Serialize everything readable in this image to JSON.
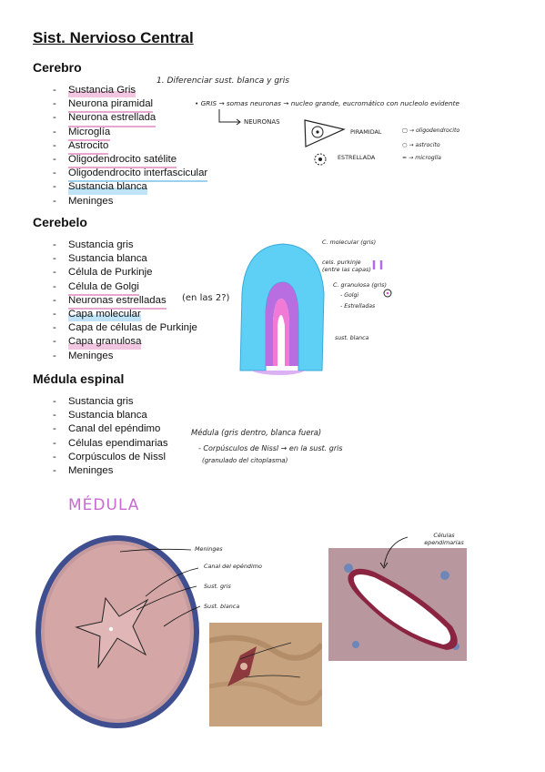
{
  "title": "Sist. Nervioso Central",
  "sections": {
    "cerebro": {
      "heading": "Cerebro",
      "items": [
        "Sustancia Gris",
        "Neurona piramidal",
        "Neurona estrellada",
        "Microglía",
        "Astrocito",
        "Oligodendrocito satélite",
        "Oligodendrocito interfascicular",
        "Sustancia blanca",
        "Meninges"
      ]
    },
    "cerebelo": {
      "heading": "Cerebelo",
      "items": [
        "Sustancia gris",
        "Sustancia blanca",
        "Célula de Purkinje",
        "Célula de Golgi",
        "Neuronas estrelladas",
        "Capa molecular",
        "Capa de células de Purkinje",
        "Capa granulosa",
        "Meninges"
      ]
    },
    "medula": {
      "heading": "Médula espinal",
      "items": [
        "Sustancia gris",
        "Sustancia blanca",
        "Canal del epéndimo",
        "Células ependimarias",
        "Corpúsculos de Nissl",
        "Meninges"
      ]
    }
  },
  "dash": "-",
  "handwritten": {
    "cerebro_q": "1. Diferenciar sust. blanca y gris",
    "gris_line": "• GRIS → somas neuronas → nucleo grande, eucromático con nucleolo evidente",
    "neuronas": "NEURONAS",
    "piramidal": "PIRAMIDAL",
    "estrellada": "ESTRELLADA",
    "oligo": "→ oligodendrocito",
    "astrocito": "→ astrocito",
    "microglia": "→ microglía",
    "en_las_2": "(en las 2?)",
    "c_molecular": "C. molecular (gris)",
    "cels_purkinje": "cels. purkinje (entre las capas)",
    "c_granulosa": "C. granulosa (gris)",
    "golgi": "- Golgi",
    "estrelladas": "- Estrelladas",
    "sust_blanca": "sust. blanca",
    "medula_note1": "Médula (gris dentro, blanca fuera)",
    "medula_note2": "- Corpúsculos de Nissl → en la sust. gris",
    "medula_note3": "(granulado del citoplasma)",
    "medula_title": "MÉDULA",
    "meninges": "Meninges",
    "canal": "Canal del epéndimo",
    "sust_gris": "Sust. gris",
    "sust_blanca2": "Sust. blanca",
    "ependimarias": "Células ependimarias"
  },
  "colors": {
    "pink": "#e9a6cf",
    "blue": "#9dd0ee",
    "purple": "#b36be0",
    "cyan": "#58c8f0",
    "magenta": "#d94fd0"
  }
}
